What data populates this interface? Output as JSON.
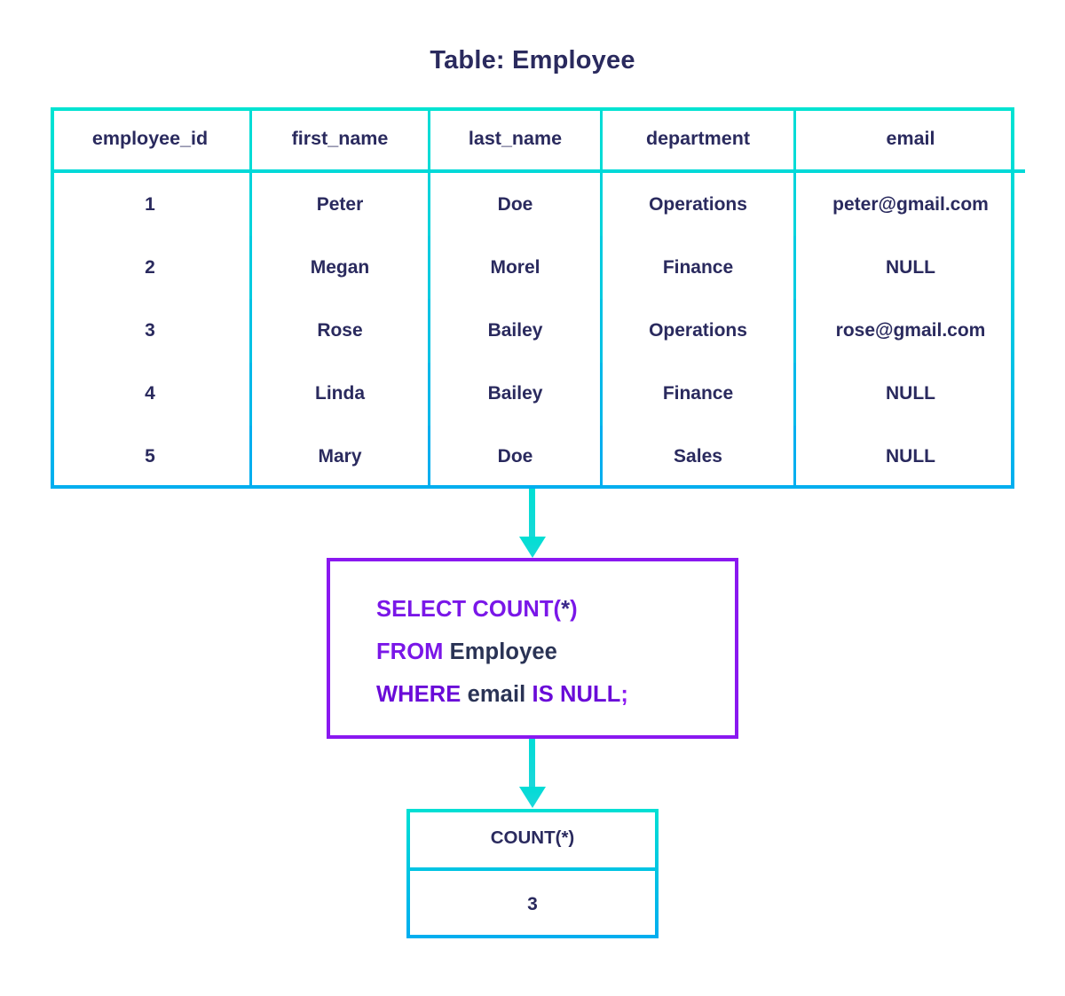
{
  "title": "Table: Employee",
  "colors": {
    "table_border_top": "#00E3D2",
    "table_border_bottom": "#00AEEF",
    "text_navy": "#2A2A5E",
    "query_border_purple": "#8A18F0",
    "keyword_purple": "#7A17E8",
    "identifier_navy": "#2A3355",
    "arrow_cyan": "#00D4DC"
  },
  "source_table": {
    "name": "Employee",
    "columns": [
      "employee_id",
      "first_name",
      "last_name",
      "department",
      "email"
    ],
    "rows": [
      [
        "1",
        "Peter",
        "Doe",
        "Operations",
        "peter@gmail.com"
      ],
      [
        "2",
        "Megan",
        "Morel",
        "Finance",
        "NULL"
      ],
      [
        "3",
        "Rose",
        "Bailey",
        "Operations",
        "rose@gmail.com"
      ],
      [
        "4",
        "Linda",
        "Bailey",
        "Finance",
        "NULL"
      ],
      [
        "5",
        "Mary",
        "Doe",
        "Sales",
        "NULL"
      ]
    ]
  },
  "query": {
    "line1": {
      "keyword": "SELECT COUNT",
      "open_paren": "(",
      "star": "*",
      "close_paren": ")"
    },
    "line2": {
      "keyword": "FROM",
      "identifier": "Employee"
    },
    "line3": {
      "keyword": "WHERE",
      "identifier": "email",
      "keyword2": "IS NULL",
      "terminator": ";"
    },
    "full_text": "SELECT COUNT(*)\nFROM Employee\nWHERE email IS NULL;"
  },
  "result_table": {
    "columns": [
      "COUNT(*)"
    ],
    "rows": [
      [
        "3"
      ]
    ]
  },
  "arrows": [
    {
      "name": "table-to-query",
      "direction": "down"
    },
    {
      "name": "query-to-result",
      "direction": "down"
    }
  ]
}
